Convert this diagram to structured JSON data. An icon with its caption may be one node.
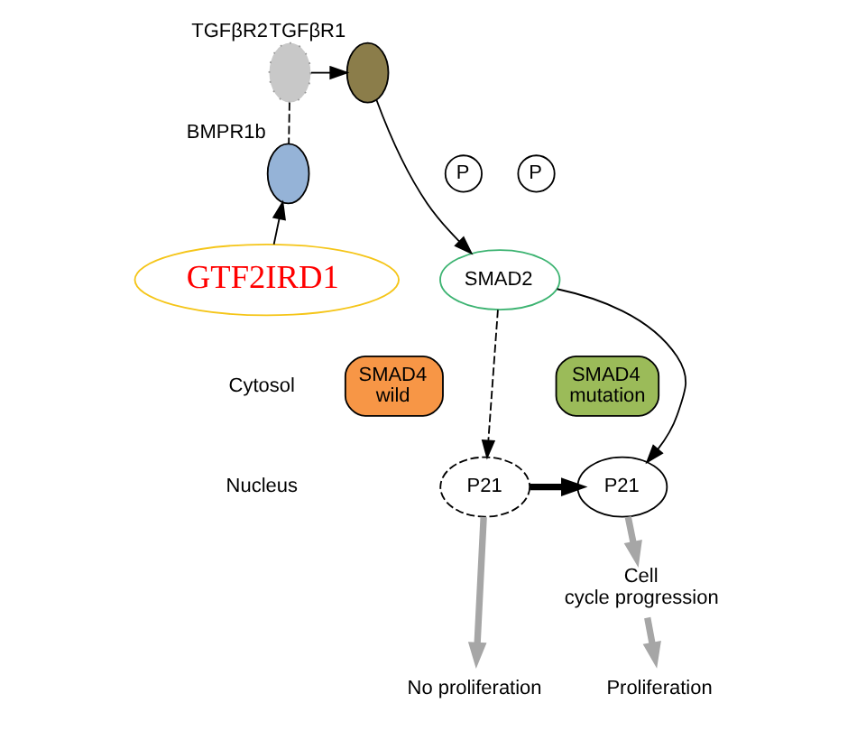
{
  "diagram": {
    "nodes": [
      {
        "text": [],
        "shape": "ellipse",
        "beside": [
          "TGFβR2"
        ]
      },
      {
        "text": [],
        "shape": "ellipse",
        "beside": [
          "TGFβR1"
        ]
      },
      {
        "text": [],
        "shape": "ellipse",
        "beside": [
          "BMPR1b"
        ]
      },
      {
        "text": [
          "GTF2IRD1"
        ]
      },
      {
        "text": [
          "P"
        ]
      },
      {
        "text": [
          "P"
        ]
      },
      {
        "text": [
          "SMAD2"
        ]
      },
      {
        "text": [
          "SMAD4 wild"
        ]
      },
      {
        "text": [
          "P21"
        ]
      },
      {
        "text": [
          "SMAD4 mutation"
        ]
      },
      {
        "text": [
          "P21"
        ]
      },
      {
        "text": [
          "Cell cycle progression"
        ]
      },
      {
        "text": [
          "No proliferation"
        ]
      },
      {
        "text": [
          "Proliferation"
        ]
      }
    ],
    "edges": [
      {
        "from": 0,
        "to": 1,
        "arrow": "to"
      },
      {
        "from": 1,
        "to": 6,
        "arrow": "to"
      },
      {
        "from": 3,
        "to": 2,
        "arrow": "to"
      },
      {
        "from": 0,
        "to": 2,
        "arrow": "none",
        "style": "dashed"
      },
      {
        "from": 6,
        "to": 8,
        "arrow": "to",
        "style": "dashed"
      },
      {
        "from": 6,
        "to": 10,
        "arrow": "to"
      },
      {
        "from": 8,
        "to": 10,
        "arrow": "to",
        "style": "thick"
      },
      {
        "from": 8,
        "to": 12,
        "arrow": "to",
        "style": "thick",
        "color": "#a6a6a6"
      },
      {
        "from": 10,
        "to": 11,
        "arrow": "to",
        "style": "thick",
        "color": "#a6a6a6"
      },
      {
        "from": 11,
        "to": 13,
        "arrow": "to",
        "style": "thick",
        "color": "#a6a6a6"
      }
    ],
    "labels": [
      "Cytosol",
      "Nucleus"
    ]
  }
}
